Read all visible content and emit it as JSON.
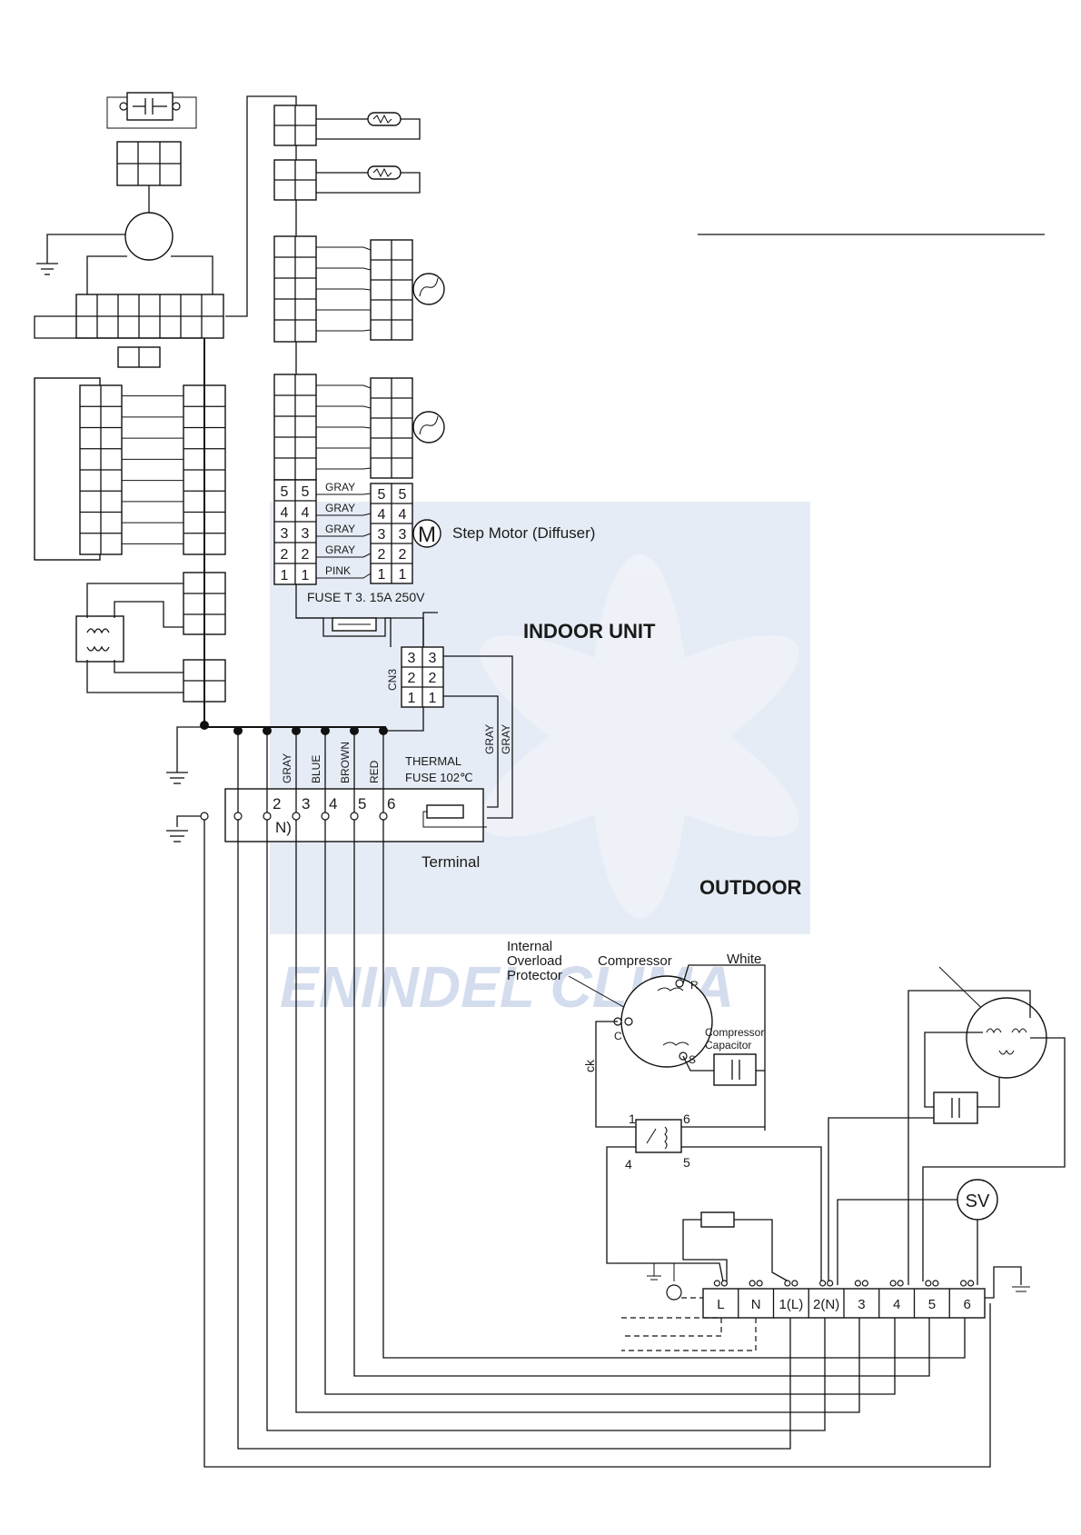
{
  "colors": {
    "line": "#111111",
    "watermark": "#9fb6d8",
    "background": "#ffffff"
  },
  "watermark": {
    "text": "ENINDEL CLIMA"
  },
  "labels": {
    "step_motor": "Step Motor (Diffuser)",
    "motor_symbol": "M",
    "fuse": "FUSE T  3. 15A  250V",
    "indoor_unit": "INDOOR  UNIT",
    "outdoor": "OUTDOOR",
    "cn3": "CN3",
    "thermal_fuse_line1": "THERMAL",
    "thermal_fuse_line2": "FUSE 102℃",
    "terminal": "Terminal",
    "terminal_n": "N)",
    "internal_overload_line1": "Internal",
    "internal_overload_line2": "Overload",
    "internal_overload_line3": "Protector",
    "compressor": "Compressor",
    "white": "White",
    "compressor_capacitor_line1": "Compressor",
    "compressor_capacitor_line2": "Capacitor",
    "ck": "ck",
    "sv": "SV",
    "comp_r": "R",
    "comp_c": "C",
    "comp_s": "S"
  },
  "step_motor_wires": [
    {
      "pin": "5",
      "color": "GRAY"
    },
    {
      "pin": "4",
      "color": "GRAY"
    },
    {
      "pin": "3",
      "color": "GRAY"
    },
    {
      "pin": "2",
      "color": "GRAY"
    },
    {
      "pin": "1",
      "color": "PINK"
    }
  ],
  "cn3_pins": [
    "3",
    "2",
    "1"
  ],
  "cn3_wire_colors": [
    "GRAY",
    "GRAY"
  ],
  "indoor_terminal": {
    "numbers": [
      "2",
      "3",
      "4",
      "5",
      "6"
    ],
    "wire_colors": [
      "GRAY",
      "BLUE",
      "BROWN",
      "RED"
    ]
  },
  "outdoor_terminal": [
    "L",
    "N",
    "1(L)",
    "2(N)",
    "3",
    "4",
    "5",
    "6"
  ],
  "relay_pins": [
    "1",
    "6",
    "4",
    "5"
  ]
}
